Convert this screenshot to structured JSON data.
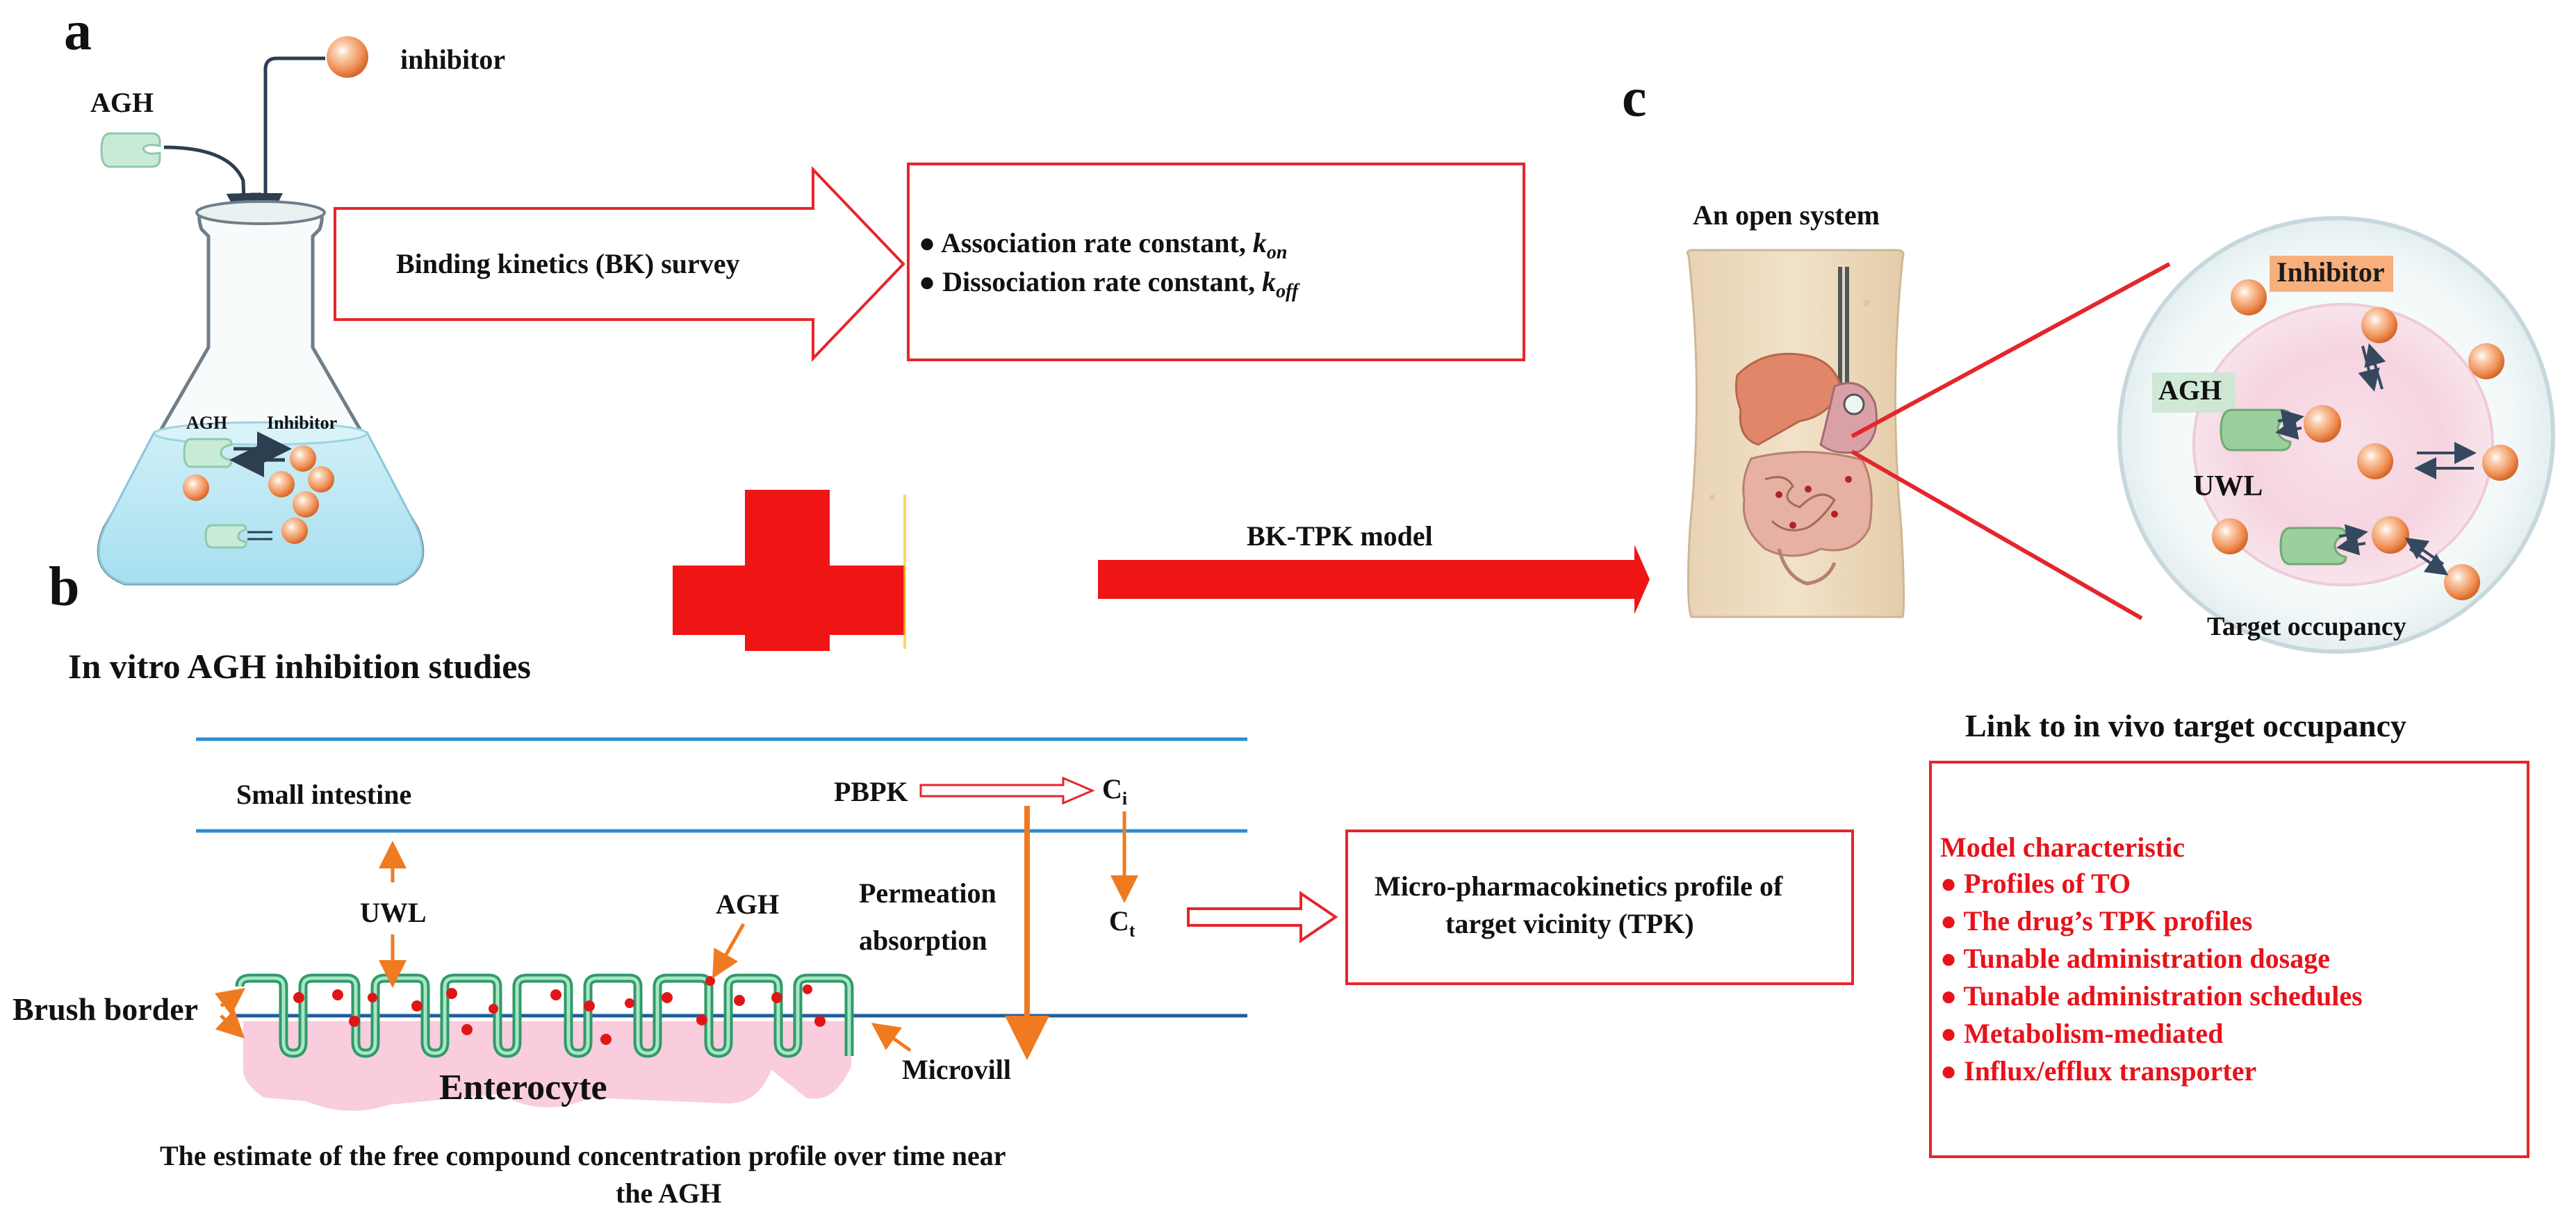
{
  "panels": {
    "a": "a",
    "b": "b",
    "c": "c"
  },
  "a": {
    "agh_label": "AGH",
    "inhibitor_label": "inhibitor",
    "flask_agh": "AGH",
    "flask_inhibitor": "Inhibitor",
    "bk_survey": "Binding kinetics (BK) survey",
    "kon_text": "Association rate constant, ",
    "kon_sym": "k",
    "kon_sub": "on",
    "koff_text": "Dissociation rate constant, ",
    "koff_sym": "k",
    "koff_sub": "off"
  },
  "b": {
    "title": "In vitro AGH inhibition studies",
    "small_intestine": "Small intestine",
    "pbpk": "PBPK",
    "ci": "C",
    "ci_sub": "i",
    "ct": "C",
    "ct_sub": "t",
    "uwl": "UWL",
    "agh": "AGH",
    "permeation": "Permeation",
    "absorption": "absorption",
    "brush_border": "Brush border",
    "enterocyte": "Enterocyte",
    "microvill": "Microvill",
    "caption_line1": "The estimate of the free compound concentration profile over time near",
    "caption_line2": "the AGH",
    "tpk_line1": "Micro-pharmacokinetics profile of",
    "tpk_line2": "target vicinity (TPK)"
  },
  "middle": {
    "model_label": "BK-TPK model"
  },
  "c": {
    "open_system": "An open system",
    "inhibitor": "Inhibitor",
    "agh": "AGH",
    "uwl": "UWL",
    "target_occupancy": "Target occupancy",
    "link": "Link to in vivo target occupancy",
    "model_char_title": "Model characteristic",
    "model_char_items": [
      "Profiles of TO",
      "The drug’s TPK profiles",
      "Tunable administration dosage",
      "Tunable administration schedules",
      "Metabolism-mediated",
      "Influx/efflux transporter"
    ]
  },
  "colors": {
    "red": "#e8121a",
    "box_border": "#e4262c",
    "blue_line": "#2a8fd0",
    "orange": "#f07a20",
    "agh_green": "#b9e3cf",
    "inhibitor_orange": "#f2a36a",
    "inhibitor_tag": "#f7b07c"
  }
}
